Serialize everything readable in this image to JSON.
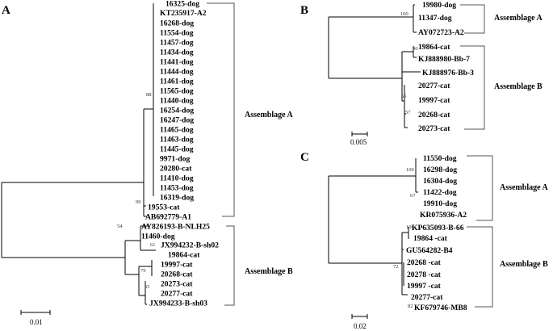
{
  "figure": {
    "panels": [
      {
        "id": "A",
        "label": "A",
        "scale_bar": "0.01",
        "clades": [
          {
            "name": "Assemblage A",
            "leaves": [
              "16325-dog",
              "KT235917-A2",
              "16268-dog",
              "11554-dog",
              "11457-dog",
              "11434-dog",
              "11441-dog",
              "11444-dog",
              "11461-dog",
              "11565-dog",
              "11440-dog",
              "16254-dog",
              "16247-dog",
              "11465-dog",
              "11463-dog",
              "11445-dog",
              "9971-dog",
              "20280-cat",
              "11410-dog",
              "11453-dog",
              "16319-dog",
              "19553-cat",
              "AB692779-A1"
            ]
          },
          {
            "name": "Assemblage B",
            "leaves": [
              "AY826193-B-NLH25",
              "11460-dog",
              "JX994232-B-sh02",
              "19864-cat",
              "19997-cat",
              "20268-cat",
              "20273-cat",
              "20277-cat",
              "JX994233-B-sh03"
            ]
          }
        ],
        "bootstrap": [
          "88",
          "99",
          "54",
          "61",
          "79",
          "65"
        ]
      },
      {
        "id": "B",
        "label": "B",
        "scale_bar": "0.005",
        "clades": [
          {
            "name": "Assemblage A",
            "leaves": [
              "19980-dog",
              "11347-dog",
              "AY072723-A2"
            ]
          },
          {
            "name": "Assemblage B",
            "leaves": [
              "19864-cat",
              "KJ888980-Bb-7",
              "KJ888976-Bb-3",
              "20277-cat",
              "19997-cat",
              "20268-cat",
              "20273-cat"
            ]
          }
        ],
        "bootstrap": [
          "100",
          "96",
          "65",
          "57"
        ]
      },
      {
        "id": "C",
        "label": "C",
        "scale_bar": "0.02",
        "clades": [
          {
            "name": "Assemblage A",
            "leaves": [
              "11550-dog",
              "16298-dog",
              "16304-dog",
              "11422-dog",
              "19910-dog",
              "KR075936-A2"
            ]
          },
          {
            "name": "Assemblage B",
            "leaves": [
              "KP635093-B-66",
              "19864 -cat",
              "GU564282-B4",
              "20268 -cat",
              "20278 -cat",
              "19997 -cat",
              "20277-cat",
              "KF679746-MB8"
            ]
          }
        ],
        "bootstrap": [
          "100",
          "67",
          "100",
          "72",
          "82"
        ]
      }
    ]
  }
}
